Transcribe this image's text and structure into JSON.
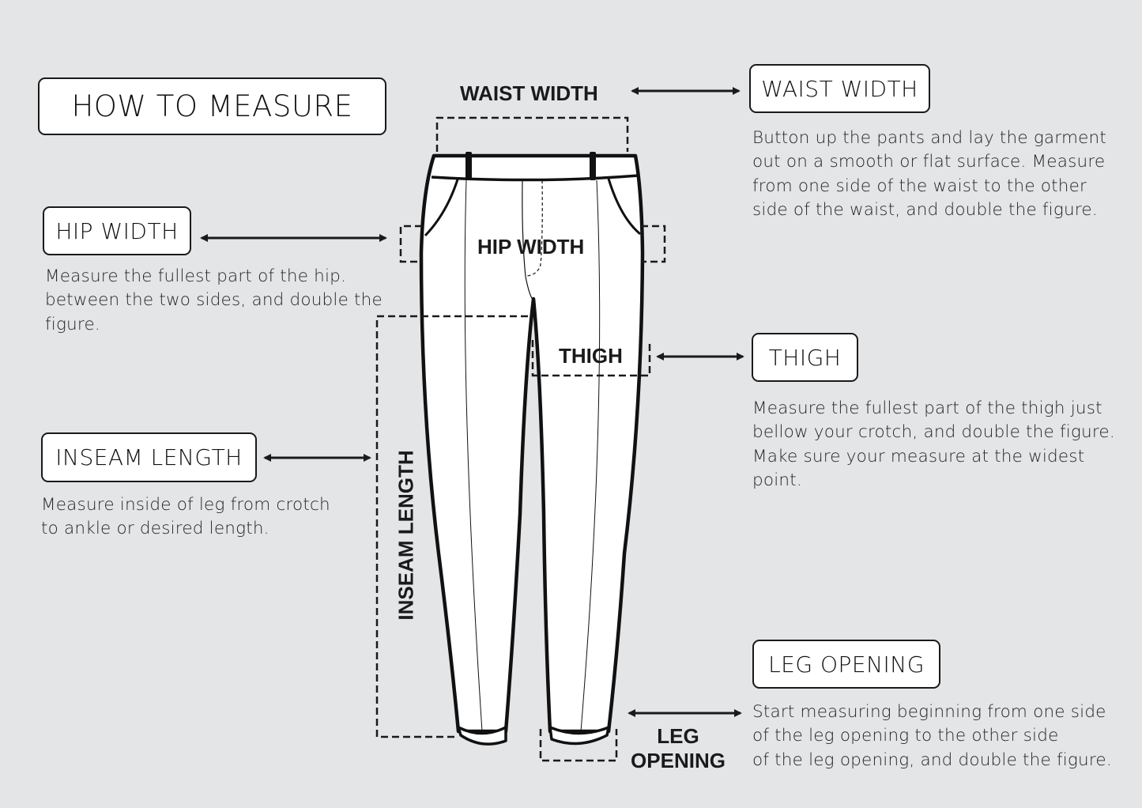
{
  "title": "HOW TO MEASURE",
  "colors": {
    "background": "#e4e5e7",
    "box_fill": "#ffffff",
    "stroke": "#1a1a1a",
    "garment_fill": "#ffffff"
  },
  "sections": {
    "waist": {
      "heading": "WAIST WIDTH",
      "diagram_label": "WAIST WIDTH",
      "description": "Button up the pants and lay the garment\nout on a smooth or flat surface. Measure\nfrom one side of the waist to the other\nside of the waist, and double the figure."
    },
    "hip": {
      "heading": "HIP WIDTH",
      "diagram_label": "HIP WIDTH",
      "description": "Measure the fullest part of the hip.\nbetween the two sides, and double the\nfigure."
    },
    "thigh": {
      "heading": "THIGH",
      "diagram_label": "THIGH",
      "description": "Measure the fullest part of the thigh just\nbellow your crotch, and double the figure.\nMake sure your measure at the widest\npoint."
    },
    "inseam": {
      "heading": "INSEAM LENGTH",
      "diagram_label": "INSEAM LENGTH",
      "description": "Measure inside of leg from crotch\nto ankle or desired length."
    },
    "leg_opening": {
      "heading": "LEG OPENING",
      "diagram_label_line1": "LEG",
      "diagram_label_line2": "OPENING",
      "description": "Start measuring beginning from one side\nof the leg opening to the other side\nof the leg opening, and double the figure."
    }
  },
  "icons": {
    "arrow": "double-headed-arrow",
    "garment": "pants-outline"
  }
}
